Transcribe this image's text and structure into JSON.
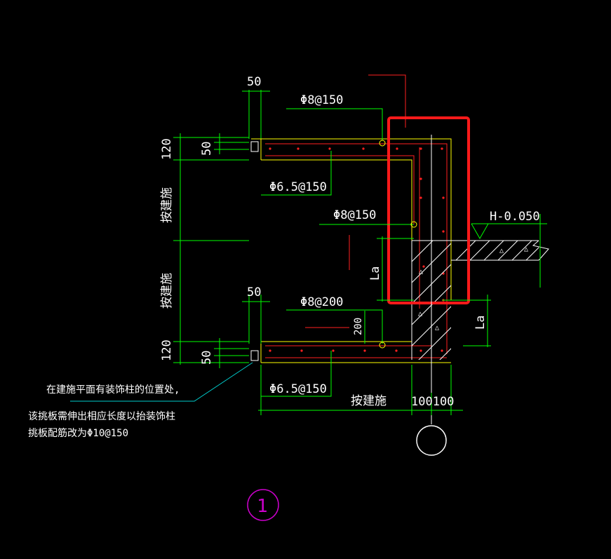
{
  "drawing": {
    "dims": {
      "top_50": "50",
      "top_120": "120",
      "top_inner_50": "50",
      "mid_span_top": "按建施",
      "mid_span_bottom": "按建施",
      "bottom_50": "50",
      "bottom_120": "120",
      "bottom_inner_50": "50",
      "bottom_span": "按建施",
      "bottom_100100": "100100",
      "la_left": "La",
      "la_right": "La",
      "dim_200": "200"
    },
    "rebar_labels": {
      "top_main": "Φ8@150",
      "top_dist": "Φ6.5@150",
      "column_main": "Φ8@150",
      "bottom_main": "Φ8@200",
      "bottom_dist": "Φ6.5@150"
    },
    "level": "H-0.050",
    "note_lines": [
      "在建施平面有装饰柱的位置处,",
      "该挑板需伸出相应长度以抬装饰柱",
      "挑板配筋改为Φ10@150"
    ],
    "detail_number": "1",
    "colors": {
      "background": "#000000",
      "dimension": "#00ff00",
      "outline": "#ffff00",
      "rebar": "#ff2020",
      "highlight": "#ff1a1a",
      "detail_circle": "#cc00cc",
      "text": "#ffffff"
    }
  }
}
